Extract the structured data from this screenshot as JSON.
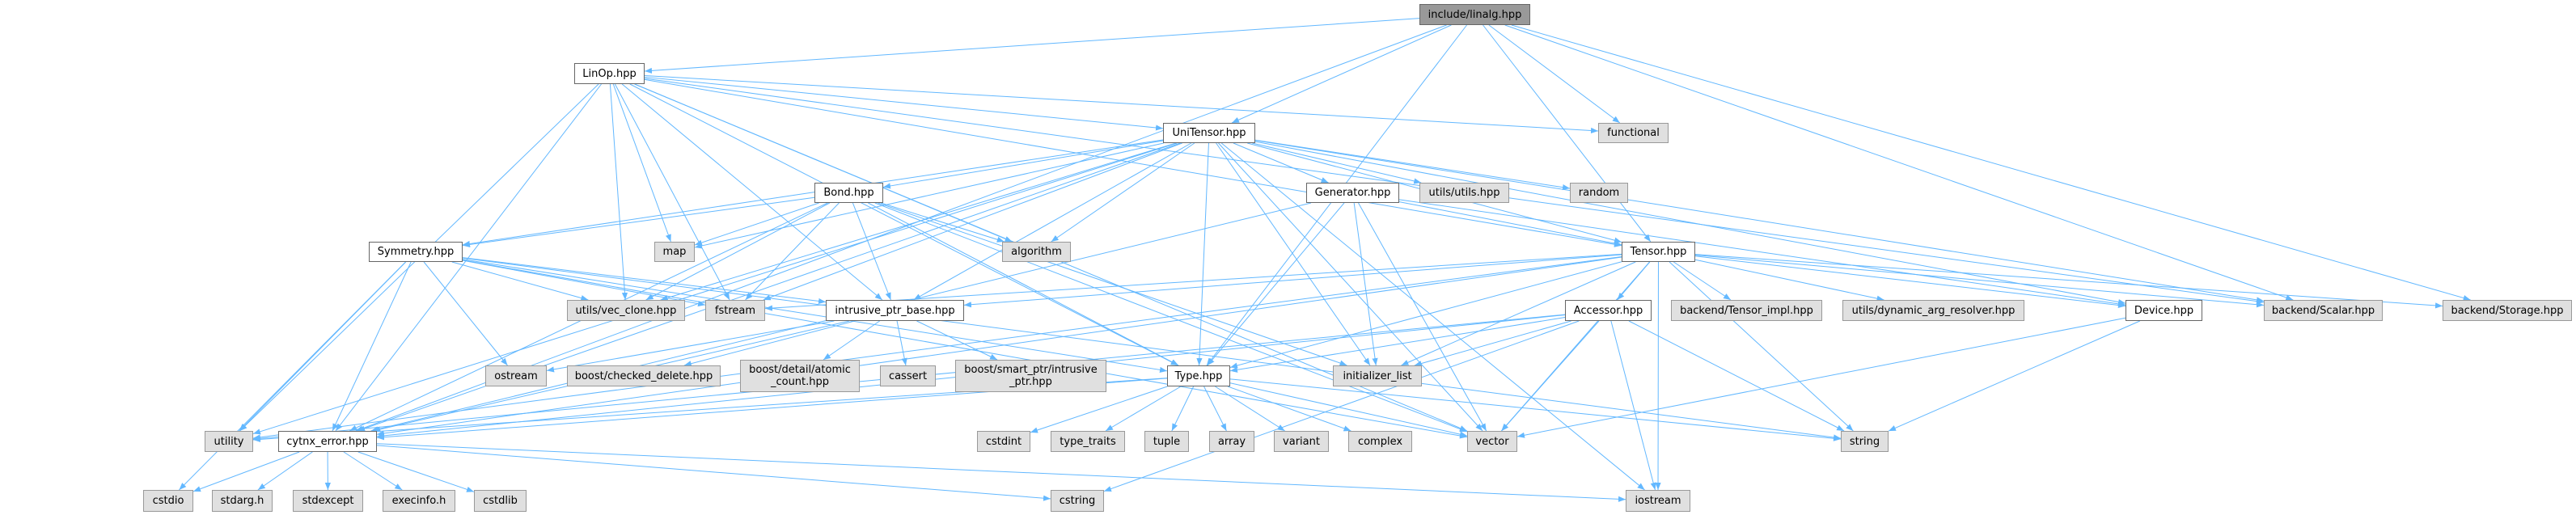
{
  "graph": {
    "edge_color": "#63b8ff",
    "nodes": [
      {
        "id": "linalg",
        "label": "include/linalg.hpp",
        "kind": "root"
      },
      {
        "id": "LinOp",
        "label": "LinOp.hpp",
        "kind": "local"
      },
      {
        "id": "UniTensor",
        "label": "UniTensor.hpp",
        "kind": "local"
      },
      {
        "id": "functional",
        "label": "functional",
        "kind": "external"
      },
      {
        "id": "Bond",
        "label": "Bond.hpp",
        "kind": "local"
      },
      {
        "id": "Generator",
        "label": "Generator.hpp",
        "kind": "local"
      },
      {
        "id": "utils_utils",
        "label": "utils/utils.hpp",
        "kind": "external"
      },
      {
        "id": "random",
        "label": "random",
        "kind": "external"
      },
      {
        "id": "Symmetry",
        "label": "Symmetry.hpp",
        "kind": "local"
      },
      {
        "id": "map",
        "label": "map",
        "kind": "external"
      },
      {
        "id": "algorithm",
        "label": "algorithm",
        "kind": "external"
      },
      {
        "id": "Tensor",
        "label": "Tensor.hpp",
        "kind": "local"
      },
      {
        "id": "vec_clone",
        "label": "utils/vec_clone.hpp",
        "kind": "external"
      },
      {
        "id": "fstream",
        "label": "fstream",
        "kind": "external"
      },
      {
        "id": "intrusive",
        "label": "intrusive_ptr_base.hpp",
        "kind": "local"
      },
      {
        "id": "Accessor",
        "label": "Accessor.hpp",
        "kind": "local"
      },
      {
        "id": "Tensor_impl",
        "label": "backend/Tensor_impl.hpp",
        "kind": "external"
      },
      {
        "id": "dyn_arg",
        "label": "utils/dynamic_arg_resolver.hpp",
        "kind": "external"
      },
      {
        "id": "Device",
        "label": "Device.hpp",
        "kind": "local"
      },
      {
        "id": "Scalar",
        "label": "backend/Scalar.hpp",
        "kind": "external"
      },
      {
        "id": "Storage",
        "label": "backend/Storage.hpp",
        "kind": "external"
      },
      {
        "id": "ostream",
        "label": "ostream",
        "kind": "external"
      },
      {
        "id": "checked_delete",
        "label": "boost/checked_delete.hpp",
        "kind": "external"
      },
      {
        "id": "atomic_count",
        "label": "boost/detail/atomic\n_count.hpp",
        "kind": "external"
      },
      {
        "id": "cassert",
        "label": "cassert",
        "kind": "external"
      },
      {
        "id": "smart_ptr",
        "label": "boost/smart_ptr/intrusive\n_ptr.hpp",
        "kind": "external"
      },
      {
        "id": "Type",
        "label": "Type.hpp",
        "kind": "local"
      },
      {
        "id": "initializer_list",
        "label": "initializer_list",
        "kind": "external"
      },
      {
        "id": "utility",
        "label": "utility",
        "kind": "external"
      },
      {
        "id": "cytnx_error",
        "label": "cytnx_error.hpp",
        "kind": "local"
      },
      {
        "id": "cstdint",
        "label": "cstdint",
        "kind": "external"
      },
      {
        "id": "type_traits",
        "label": "type_traits",
        "kind": "external"
      },
      {
        "id": "tuple",
        "label": "tuple",
        "kind": "external"
      },
      {
        "id": "array",
        "label": "array",
        "kind": "external"
      },
      {
        "id": "variant",
        "label": "variant",
        "kind": "external"
      },
      {
        "id": "complex",
        "label": "complex",
        "kind": "external"
      },
      {
        "id": "vector",
        "label": "vector",
        "kind": "external"
      },
      {
        "id": "string",
        "label": "string",
        "kind": "external"
      },
      {
        "id": "cstdio",
        "label": "cstdio",
        "kind": "external"
      },
      {
        "id": "stdarg",
        "label": "stdarg.h",
        "kind": "external"
      },
      {
        "id": "stdexcept",
        "label": "stdexcept",
        "kind": "external"
      },
      {
        "id": "execinfo",
        "label": "execinfo.h",
        "kind": "external"
      },
      {
        "id": "cstdlib",
        "label": "cstdlib",
        "kind": "external"
      },
      {
        "id": "cstring",
        "label": "cstring",
        "kind": "external"
      },
      {
        "id": "iostream",
        "label": "iostream",
        "kind": "external"
      }
    ],
    "edges": [
      [
        "linalg",
        "LinOp"
      ],
      [
        "linalg",
        "UniTensor"
      ],
      [
        "linalg",
        "functional"
      ],
      [
        "linalg",
        "Tensor"
      ],
      [
        "linalg",
        "Scalar"
      ],
      [
        "linalg",
        "Storage"
      ],
      [
        "linalg",
        "Type"
      ],
      [
        "linalg",
        "cytnx_error"
      ],
      [
        "LinOp",
        "UniTensor"
      ],
      [
        "LinOp",
        "functional"
      ],
      [
        "LinOp",
        "Tensor"
      ],
      [
        "LinOp",
        "Type"
      ],
      [
        "LinOp",
        "cytnx_error"
      ],
      [
        "LinOp",
        "utility"
      ],
      [
        "LinOp",
        "vector"
      ],
      [
        "LinOp",
        "map"
      ],
      [
        "LinOp",
        "fstream"
      ],
      [
        "LinOp",
        "intrusive"
      ],
      [
        "LinOp",
        "vec_clone"
      ],
      [
        "LinOp",
        "algorithm"
      ],
      [
        "LinOp",
        "Scalar"
      ],
      [
        "UniTensor",
        "Bond"
      ],
      [
        "UniTensor",
        "Generator"
      ],
      [
        "UniTensor",
        "utils_utils"
      ],
      [
        "UniTensor",
        "random"
      ],
      [
        "UniTensor",
        "Tensor"
      ],
      [
        "UniTensor",
        "algorithm"
      ],
      [
        "UniTensor",
        "Symmetry"
      ],
      [
        "UniTensor",
        "map"
      ],
      [
        "UniTensor",
        "fstream"
      ],
      [
        "UniTensor",
        "vector"
      ],
      [
        "UniTensor",
        "Type"
      ],
      [
        "UniTensor",
        "cytnx_error"
      ],
      [
        "UniTensor",
        "utility"
      ],
      [
        "UniTensor",
        "intrusive"
      ],
      [
        "UniTensor",
        "initializer_list"
      ],
      [
        "UniTensor",
        "Device"
      ],
      [
        "UniTensor",
        "Scalar"
      ],
      [
        "UniTensor",
        "iostream"
      ],
      [
        "UniTensor",
        "vec_clone"
      ],
      [
        "Bond",
        "Symmetry"
      ],
      [
        "Bond",
        "map"
      ],
      [
        "Bond",
        "algorithm"
      ],
      [
        "Bond",
        "fstream"
      ],
      [
        "Bond",
        "vec_clone"
      ],
      [
        "Bond",
        "intrusive"
      ],
      [
        "Bond",
        "Type"
      ],
      [
        "Bond",
        "cytnx_error"
      ],
      [
        "Bond",
        "initializer_list"
      ],
      [
        "Bond",
        "vector"
      ],
      [
        "Generator",
        "Tensor"
      ],
      [
        "Generator",
        "Type"
      ],
      [
        "Generator",
        "cytnx_error"
      ],
      [
        "Generator",
        "initializer_list"
      ],
      [
        "Generator",
        "vector"
      ],
      [
        "Generator",
        "Device"
      ],
      [
        "Tensor",
        "Accessor"
      ],
      [
        "Tensor",
        "Tensor_impl"
      ],
      [
        "Tensor",
        "dyn_arg"
      ],
      [
        "Tensor",
        "Device"
      ],
      [
        "Tensor",
        "Scalar"
      ],
      [
        "Tensor",
        "Storage"
      ],
      [
        "Tensor",
        "intrusive"
      ],
      [
        "Tensor",
        "Type"
      ],
      [
        "Tensor",
        "cytnx_error"
      ],
      [
        "Tensor",
        "utility"
      ],
      [
        "Tensor",
        "initializer_list"
      ],
      [
        "Tensor",
        "vector"
      ],
      [
        "Tensor",
        "string"
      ],
      [
        "Tensor",
        "iostream"
      ],
      [
        "Tensor",
        "fstream"
      ],
      [
        "Accessor",
        "Type"
      ],
      [
        "Accessor",
        "cytnx_error"
      ],
      [
        "Accessor",
        "initializer_list"
      ],
      [
        "Accessor",
        "vector"
      ],
      [
        "Accessor",
        "string"
      ],
      [
        "Accessor",
        "iostream"
      ],
      [
        "Accessor",
        "cstring"
      ],
      [
        "Accessor",
        "utility"
      ],
      [
        "Symmetry",
        "vec_clone"
      ],
      [
        "Symmetry",
        "fstream"
      ],
      [
        "Symmetry",
        "intrusive"
      ],
      [
        "Symmetry",
        "Type"
      ],
      [
        "Symmetry",
        "cytnx_error"
      ],
      [
        "Symmetry",
        "ostream"
      ],
      [
        "Symmetry",
        "cstdio"
      ],
      [
        "Symmetry",
        "vector"
      ],
      [
        "Symmetry",
        "string"
      ],
      [
        "Symmetry",
        "utility"
      ],
      [
        "intrusive",
        "checked_delete"
      ],
      [
        "intrusive",
        "atomic_count"
      ],
      [
        "intrusive",
        "cassert"
      ],
      [
        "intrusive",
        "smart_ptr"
      ],
      [
        "intrusive",
        "ostream"
      ],
      [
        "intrusive",
        "cytnx_error"
      ],
      [
        "Type",
        "cstdint"
      ],
      [
        "Type",
        "type_traits"
      ],
      [
        "Type",
        "tuple"
      ],
      [
        "Type",
        "array"
      ],
      [
        "Type",
        "variant"
      ],
      [
        "Type",
        "complex"
      ],
      [
        "Type",
        "vector"
      ],
      [
        "Type",
        "string"
      ],
      [
        "Type",
        "cytnx_error"
      ],
      [
        "Type",
        "utility"
      ],
      [
        "Device",
        "string"
      ],
      [
        "Device",
        "vector"
      ],
      [
        "cytnx_error",
        "cstdio"
      ],
      [
        "cytnx_error",
        "stdarg"
      ],
      [
        "cytnx_error",
        "stdexcept"
      ],
      [
        "cytnx_error",
        "execinfo"
      ],
      [
        "cytnx_error",
        "cstdlib"
      ],
      [
        "cytnx_error",
        "cstring"
      ],
      [
        "cytnx_error",
        "iostream"
      ]
    ]
  }
}
